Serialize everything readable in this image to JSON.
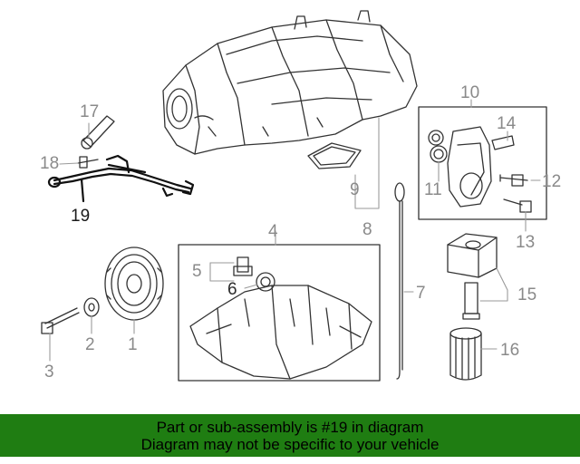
{
  "diagram": {
    "callouts": [
      {
        "id": "c1",
        "text": "1"
      },
      {
        "id": "c2",
        "text": "2"
      },
      {
        "id": "c3",
        "text": "3"
      },
      {
        "id": "c4",
        "text": "4"
      },
      {
        "id": "c5",
        "text": "5"
      },
      {
        "id": "c6",
        "text": "6"
      },
      {
        "id": "c7",
        "text": "7"
      },
      {
        "id": "c8",
        "text": "8"
      },
      {
        "id": "c9",
        "text": "9"
      },
      {
        "id": "c10",
        "text": "10"
      },
      {
        "id": "c11",
        "text": "11"
      },
      {
        "id": "c12",
        "text": "12"
      },
      {
        "id": "c13",
        "text": "13"
      },
      {
        "id": "c14",
        "text": "14"
      },
      {
        "id": "c15",
        "text": "15"
      },
      {
        "id": "c16",
        "text": "16"
      },
      {
        "id": "c17",
        "text": "17"
      },
      {
        "id": "c18",
        "text": "18"
      },
      {
        "id": "c19",
        "text": "19"
      }
    ],
    "highlighted_part": "19"
  },
  "footer": {
    "line1": "Part or sub-assembly is #19 in diagram",
    "line2": "Diagram may not be specific to your vehicle",
    "background": "#1f7d12"
  }
}
